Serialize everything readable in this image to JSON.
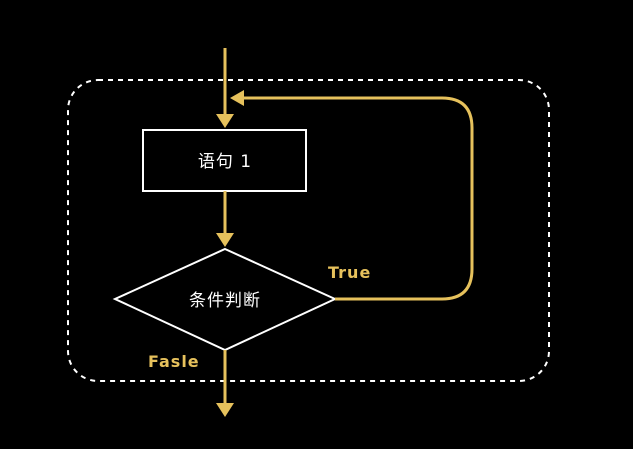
{
  "diagram": {
    "colors": {
      "background": "#000000",
      "arrow": "#e6c15c",
      "node_stroke": "#ffffff",
      "node_fill": "#000000",
      "loop_border": "#ffffff",
      "text": "#ffffff",
      "edge_label": "#e6c15c"
    },
    "nodes": {
      "statement": {
        "label": "语句 1",
        "shape": "rectangle"
      },
      "condition": {
        "label": "条件判断",
        "shape": "diamond"
      }
    },
    "edges": {
      "true_label": "True",
      "false_label": "Fasle"
    },
    "loop_region": {
      "style": "dashed rounded rectangle"
    }
  }
}
